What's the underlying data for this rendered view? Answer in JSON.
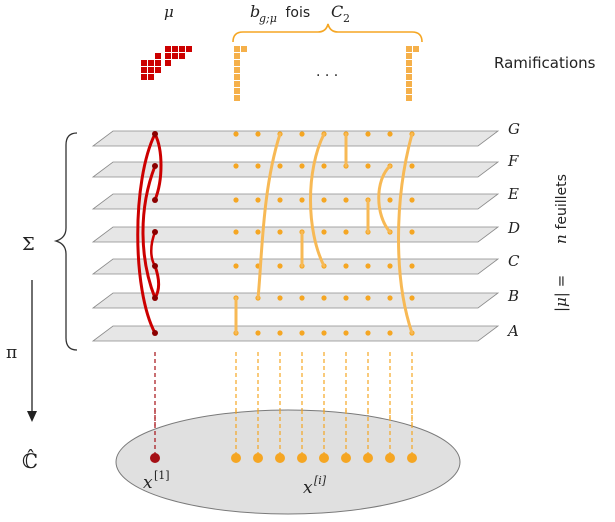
{
  "header": {
    "mu": "μ",
    "bg_prefix": "b",
    "bg_sub": "g;μ",
    "bg_middle": " fois ",
    "bg_c": "C",
    "bg_c_sub": "2",
    "dots": "· · ·",
    "ramifications": "Ramifications"
  },
  "sheets": [
    "G",
    "F",
    "E",
    "D",
    "C",
    "B",
    "A"
  ],
  "side": {
    "sigma": "Σ",
    "pi": "π",
    "riemann": "ℂ̂",
    "hat": "^",
    "feuillets_prefix": "|μ| = ",
    "feuillets_n": "n",
    "feuillets_word": " feuillets"
  },
  "base": {
    "x1": "x",
    "x1_sup": "[1]",
    "xi": "x",
    "xi_sup": "[i]"
  },
  "colors": {
    "dark_red": "#a50f15",
    "red": "#cc0000",
    "orange": "#f5a623",
    "light_orange": "#f7b955",
    "sheet_fill": "#e6e6e6",
    "sheet_stroke": "#8a8a8a",
    "ellipse_fill": "#e0e0e0"
  }
}
